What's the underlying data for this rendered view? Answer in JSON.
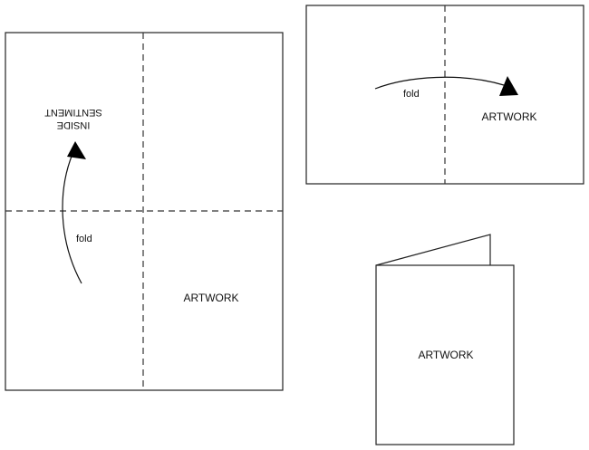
{
  "colors": {
    "stroke": "#222222",
    "background": "#ffffff",
    "arrow": "#000000"
  },
  "full_sheet": {
    "inside_line1": "INSIDE",
    "inside_line2": "SENTIMENT",
    "fold_label": "fold",
    "artwork_label": "ARTWORK"
  },
  "half_sheet": {
    "fold_label": "fold",
    "artwork_label": "ARTWORK"
  },
  "folded_card": {
    "artwork_label": "ARTWORK"
  }
}
